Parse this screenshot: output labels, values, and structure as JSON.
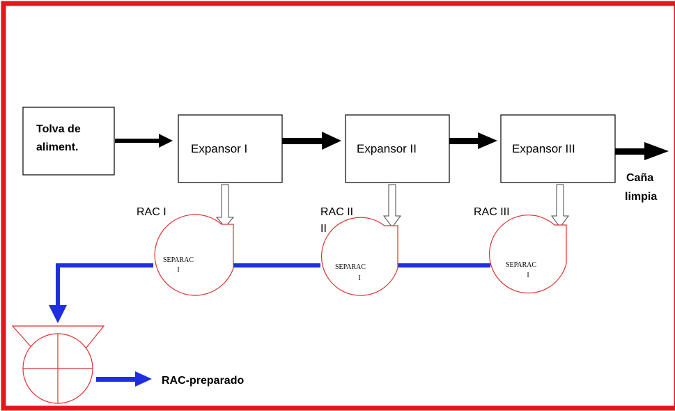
{
  "colors": {
    "frame": "#e8141c",
    "separator_stroke": "#e03030",
    "flow_line": "#1e2ee0",
    "arrow": "#000000",
    "box_stroke": "#000000"
  },
  "hopper": {
    "line1": "Tolva de",
    "line2": "aliment."
  },
  "expanders": [
    {
      "label": "Expansor I"
    },
    {
      "label": "Expansor II"
    },
    {
      "label": "Expansor III"
    }
  ],
  "output": {
    "line1": "Caña",
    "line2": "limpia"
  },
  "rac": [
    {
      "line1": "RAC I",
      "line2": ""
    },
    {
      "line1": "RAC II",
      "line2": "II"
    },
    {
      "line1": "RAC III",
      "line2": ""
    }
  ],
  "separators": [
    {
      "line1": "SEPARAC",
      "line2": "I"
    },
    {
      "line1": "SEPARAC",
      "line2": "I"
    },
    {
      "line1": "SEPARAC",
      "line2": "I"
    }
  ],
  "product": {
    "label": "RAC-preparado"
  }
}
